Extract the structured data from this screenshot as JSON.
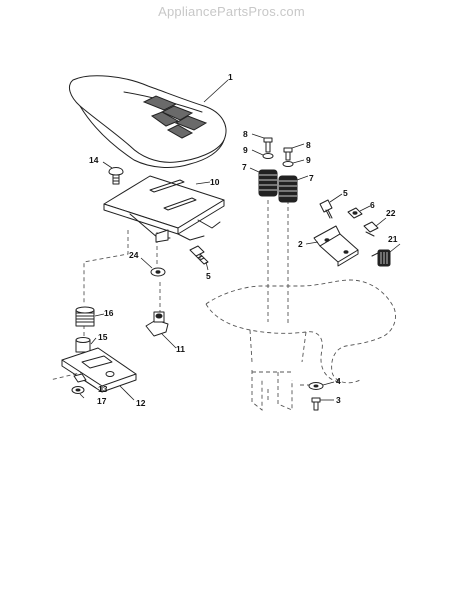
{
  "header": {
    "watermark": "AppliancePartsPros.com"
  },
  "callouts": [
    {
      "id": "c1",
      "label": "1"
    },
    {
      "id": "c2",
      "label": "2"
    },
    {
      "id": "c3",
      "label": "3"
    },
    {
      "id": "c4",
      "label": "4"
    },
    {
      "id": "c5a",
      "label": "5"
    },
    {
      "id": "c5b",
      "label": "5"
    },
    {
      "id": "c6",
      "label": "6"
    },
    {
      "id": "c7a",
      "label": "7"
    },
    {
      "id": "c7b",
      "label": "7"
    },
    {
      "id": "c8a",
      "label": "8"
    },
    {
      "id": "c8b",
      "label": "8"
    },
    {
      "id": "c9a",
      "label": "9"
    },
    {
      "id": "c9b",
      "label": "9"
    },
    {
      "id": "c10",
      "label": "10"
    },
    {
      "id": "c11",
      "label": "11"
    },
    {
      "id": "c12",
      "label": "12"
    },
    {
      "id": "c13",
      "label": "13"
    },
    {
      "id": "c14",
      "label": "14"
    },
    {
      "id": "c15",
      "label": "15"
    },
    {
      "id": "c16",
      "label": "16"
    },
    {
      "id": "c17",
      "label": "17"
    },
    {
      "id": "c21",
      "label": "21"
    },
    {
      "id": "c22",
      "label": "22"
    },
    {
      "id": "c24",
      "label": "24"
    }
  ]
}
